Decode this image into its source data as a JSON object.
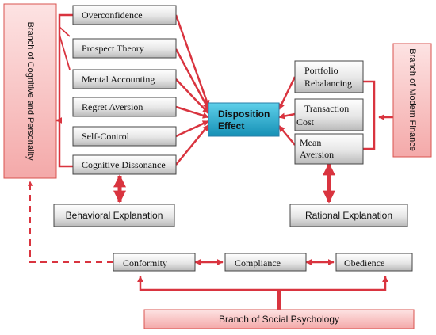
{
  "center": {
    "label_line1": "Disposition",
    "label_line2": "Effect"
  },
  "cognitive": {
    "branch_label": "Branch of Cognitive and Personality",
    "items": [
      "Overconfidence",
      "Prospect Theory",
      "Mental Accounting",
      "Regret Aversion",
      "Self-Control",
      "Cognitive Dissonance"
    ],
    "explanation": "Behavioral Explanation"
  },
  "finance": {
    "branch_label": "Branch of Modern Finance",
    "items": [
      {
        "line1": "Portfolio",
        "line2": "Rebalancing"
      },
      {
        "line1": "Transaction",
        "line2": "Cost"
      },
      {
        "line1": "Mean",
        "line2": "Aversion"
      }
    ],
    "explanation": "Rational Explanation"
  },
  "social": {
    "branch_label": "Branch of Social Psychology",
    "items": [
      "Conformity",
      "Compliance",
      "Obedience"
    ]
  },
  "colors": {
    "arrow": "#d9343f",
    "pink_box": "#f7b8b8",
    "center_box": "#1fa8c9",
    "gray_box": "#dcdcdc"
  }
}
